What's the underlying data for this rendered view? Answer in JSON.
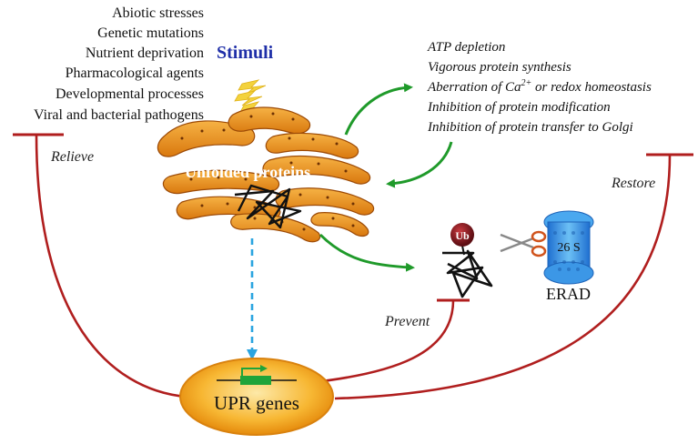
{
  "stimuli": {
    "title": "Stimuli",
    "items": [
      "Abiotic stresses",
      "Genetic mutations",
      "Nutrient deprivation",
      "Pharmacological agents",
      "Developmental processes",
      "Viral and bacterial pathogens"
    ]
  },
  "er_stress_causes": {
    "items": [
      "ATP depletion",
      "Vigorous protein synthesis",
      "Aberration of Ca",
      "Inhibition of protein modification",
      "Inhibition of protein transfer to Golgi"
    ],
    "ca_superscript": "2+",
    "ca_suffix": " or redox homeostasis"
  },
  "er": {
    "label": "Unfolded proteins"
  },
  "ubiquitin": {
    "label": "Ub"
  },
  "proteasome": {
    "label": "26 S"
  },
  "erad": {
    "label": "ERAD"
  },
  "nucleus": {
    "label": "UPR genes"
  },
  "actions": {
    "relieve": "Relieve",
    "prevent": "Prevent",
    "restore": "Restore"
  },
  "colors": {
    "inhibition": "#b01e1e",
    "arrow": "#1f9a2a",
    "signal": "#2aa4e0",
    "er_fill": "#e8921c",
    "stimuli_title": "#1f2fa8",
    "proteasome": "#2f8fe0",
    "nucleus": "#f4a41a"
  }
}
